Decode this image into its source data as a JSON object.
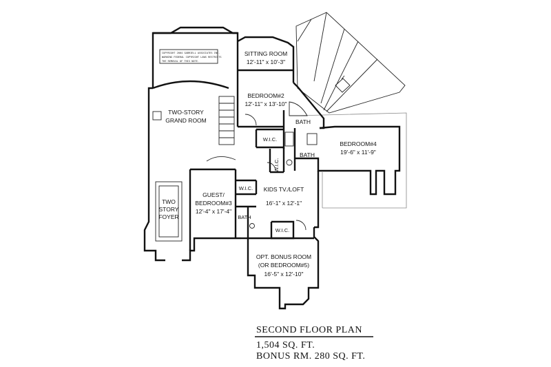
{
  "rooms": {
    "sitting": {
      "name": "SITTING ROOM",
      "dims": "12'-11\" x 10'-3\""
    },
    "bedroom2": {
      "name": "BEDROOM#2",
      "dims": "12'-11\" x 13'-10\""
    },
    "grand": {
      "line1": "TWO-STORY",
      "line2": "GRAND ROOM"
    },
    "bath_top": "BATH",
    "wic_top": "W.I.C.",
    "bedroom4": {
      "name": "BEDROOM#4",
      "dims": "19'-6\" x 11'-9\""
    },
    "wic_vert": "W.I.C.",
    "bath_mid": "BATH",
    "guest": {
      "line1": "GUEST/",
      "line2": "BEDROOM#3",
      "dims": "12'-4\" x 17'-4\""
    },
    "wic_guest": "W.I.C.",
    "bath_guest": "BATH",
    "kids": {
      "name": "KIDS TV./LOFT",
      "dims": "16'-1\" x 12'-1\""
    },
    "wic_bonus": "W.I.C.",
    "foyer": {
      "line1": "TWO",
      "line2": "STORY",
      "line3": "FOYER"
    },
    "bonus": {
      "line1": "OPT. BONUS ROOM",
      "line2": "(OR BEDROOM#5)",
      "dims": "16'-5\" x 12'-10\""
    }
  },
  "copyright": {
    "line1": "COPYRIGHT 2004 GABRIELL ASSOCIATES INC.",
    "line2": "WARNING FEDERAL COPYRIGHT LAWS RESTRICTS",
    "line3": "THE REMOVAL OF THIS NOTE."
  },
  "title": {
    "heading": "SECOND FLOOR PLAN",
    "sqft": "1,504 SQ. FT.",
    "bonus": "BONUS RM. 280 SQ. FT."
  }
}
